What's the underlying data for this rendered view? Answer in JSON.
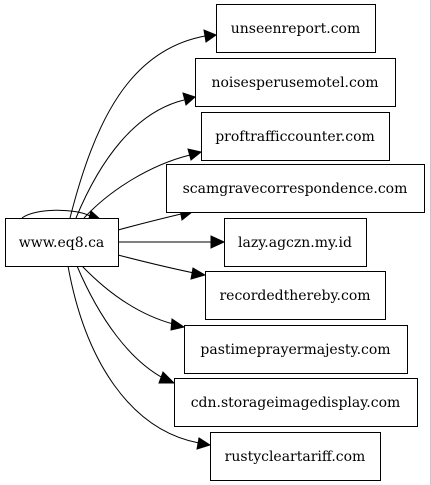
{
  "graph": {
    "source": {
      "id": "src",
      "label": "www.eq8.ca"
    },
    "targets": [
      {
        "id": "t1",
        "label": "unseenreport.com"
      },
      {
        "id": "t2",
        "label": "noisesperusemotel.com"
      },
      {
        "id": "t3",
        "label": "proftrafficcounter.com"
      },
      {
        "id": "t4",
        "label": "scamgravecorrespondence.com"
      },
      {
        "id": "t5",
        "label": "lazy.agczn.my.id"
      },
      {
        "id": "t6",
        "label": "recordedthereby.com"
      },
      {
        "id": "t7",
        "label": "pastimeprayermajesty.com"
      },
      {
        "id": "t8",
        "label": "cdn.storageimagedisplay.com"
      },
      {
        "id": "t9",
        "label": "rustycleartariff.com"
      }
    ],
    "edges": [
      {
        "from": "src",
        "to": "t1"
      },
      {
        "from": "src",
        "to": "t2"
      },
      {
        "from": "src",
        "to": "t3"
      },
      {
        "from": "src",
        "to": "t4"
      },
      {
        "from": "src",
        "to": "t5"
      },
      {
        "from": "src",
        "to": "t6"
      },
      {
        "from": "src",
        "to": "t7"
      },
      {
        "from": "src",
        "to": "t8"
      },
      {
        "from": "src",
        "to": "t9"
      },
      {
        "from": "src",
        "to": "src"
      }
    ]
  }
}
